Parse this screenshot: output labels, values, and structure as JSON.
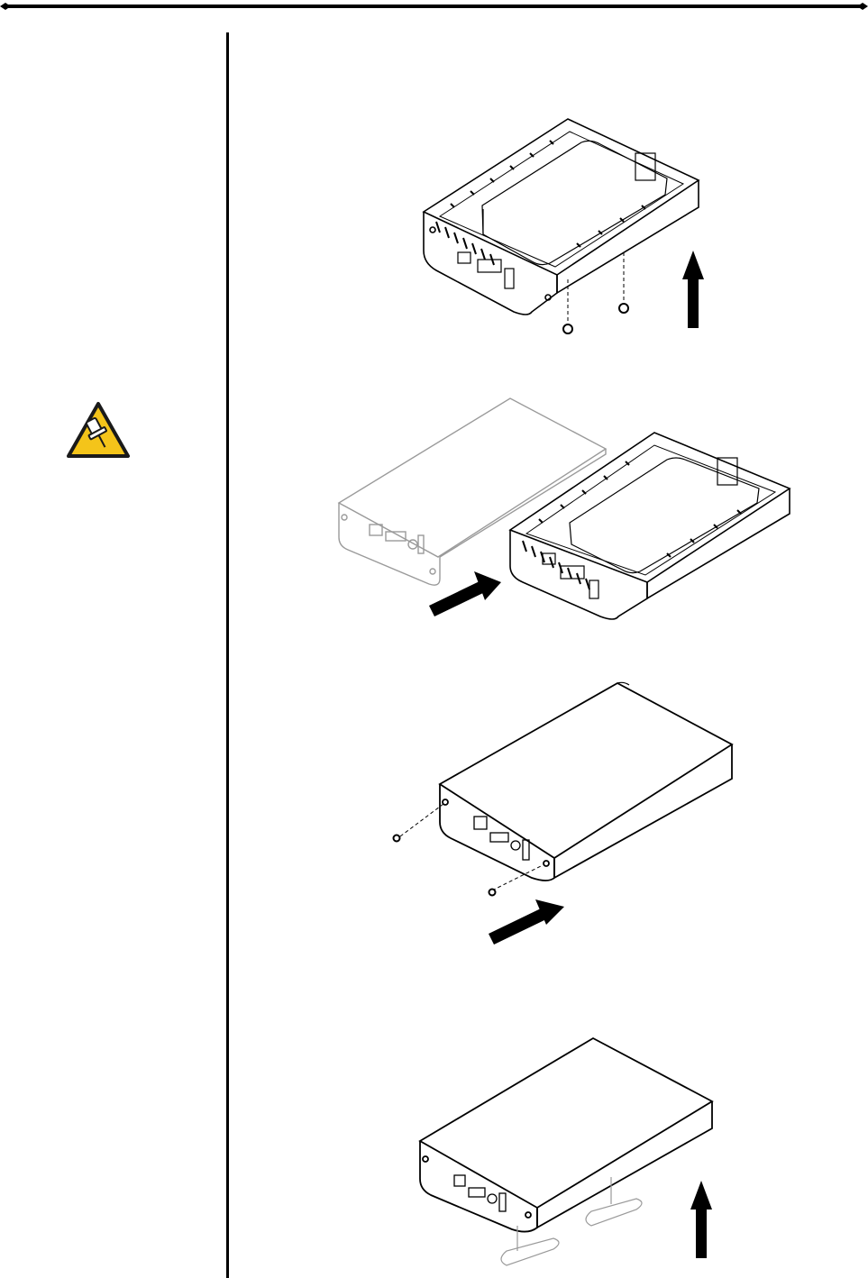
{
  "page": {
    "background": "#ffffff",
    "ink": "#000000",
    "lineGray": "#9a9a9a"
  },
  "sidebar": {
    "note_icon": {
      "icon": "pushpin-warning-icon",
      "fill": "#f4c41a",
      "outline": "#1a1a1a"
    }
  },
  "steps": [
    {
      "id": "step-1",
      "illustration": "enclosure-frame-remove-bottom-screws",
      "arrow": "up"
    },
    {
      "id": "step-2",
      "illustration": "slide-frame-into-aluminum-case",
      "arrow": "diagonal"
    },
    {
      "id": "step-3",
      "illustration": "fasten-front-panel-screws",
      "arrow": "diagonal"
    },
    {
      "id": "step-4",
      "illustration": "attach-rubber-feet",
      "arrow": "up"
    }
  ]
}
